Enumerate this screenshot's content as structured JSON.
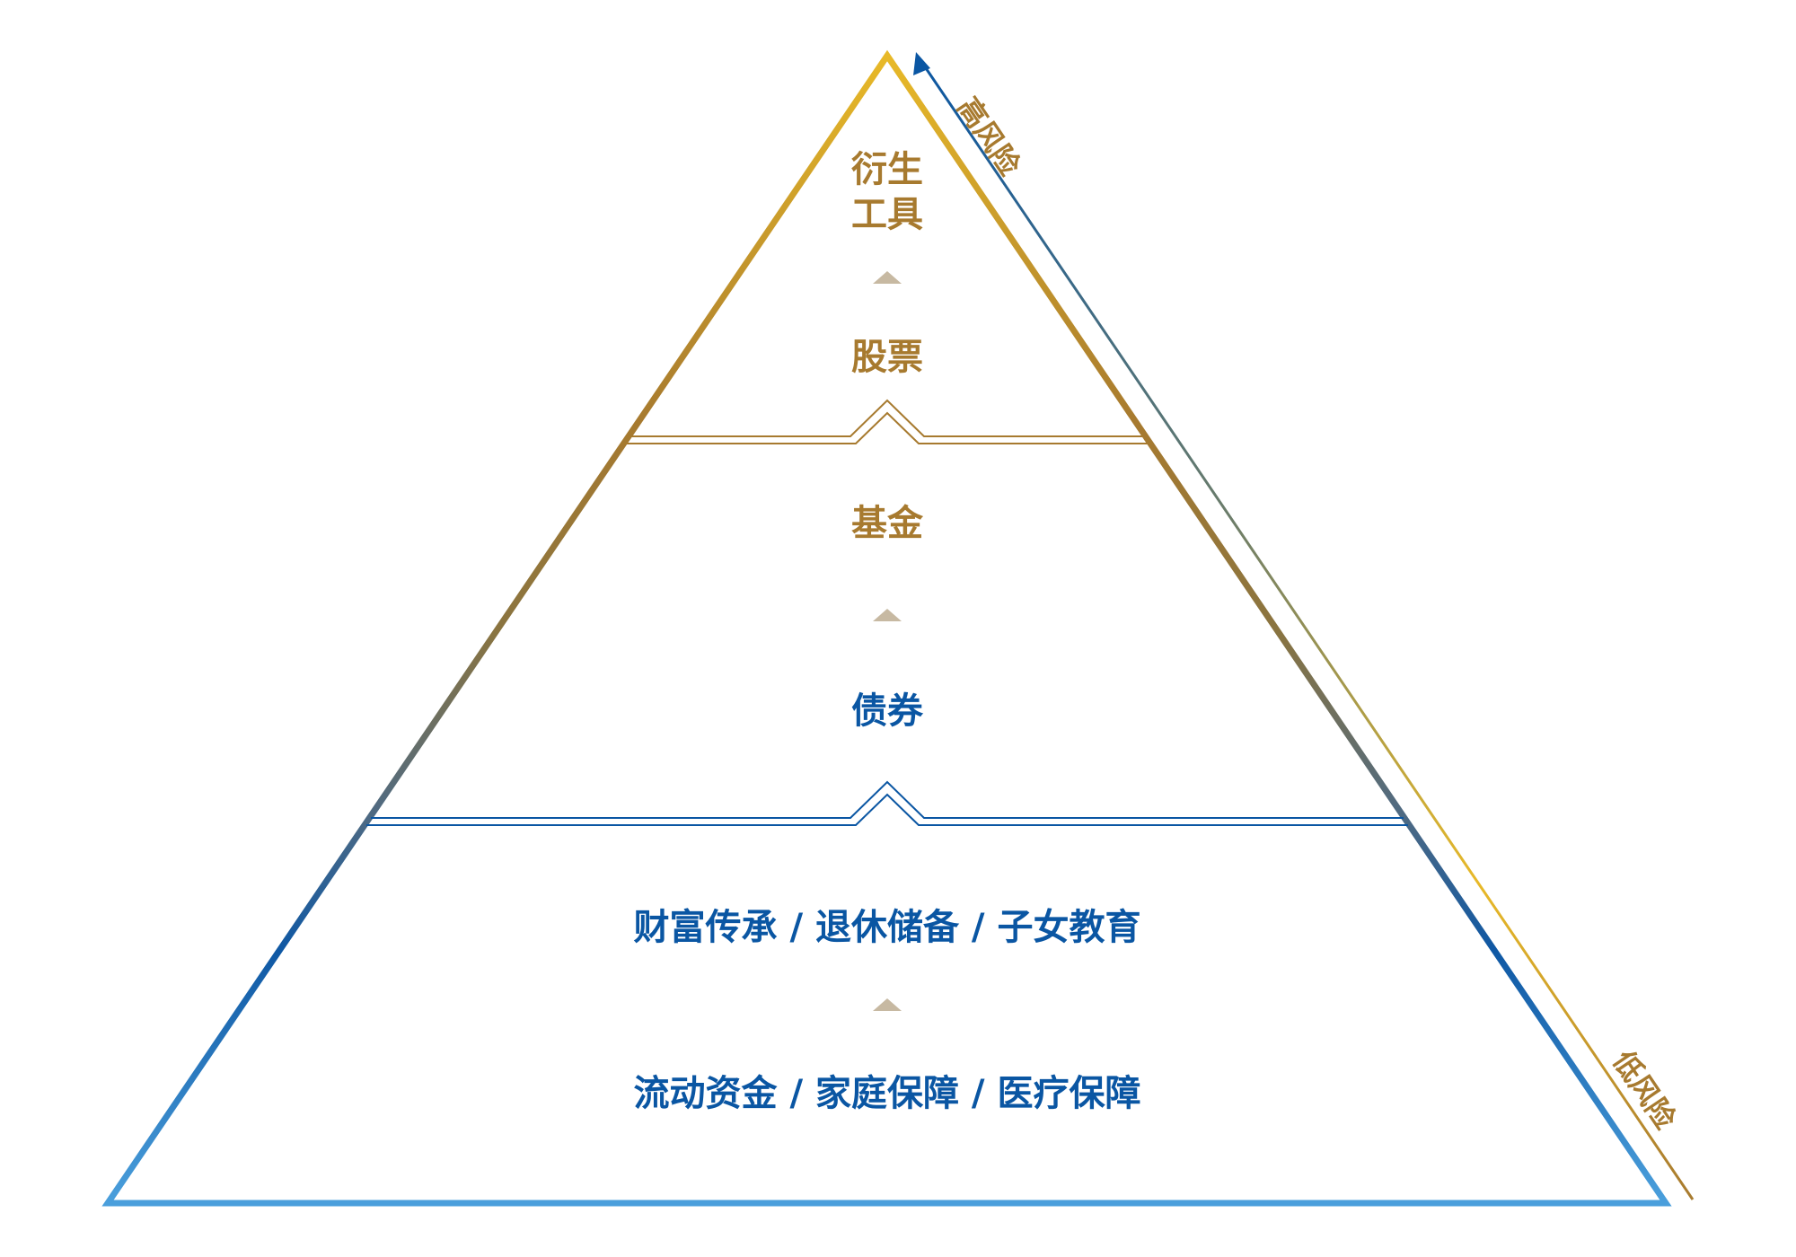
{
  "pyramid": {
    "tiers": [
      {
        "id": "top",
        "labels": [
          "衍生",
          "工具",
          "股票"
        ]
      },
      {
        "id": "middle",
        "labels": [
          "基金",
          "债券"
        ]
      },
      {
        "id": "bottom",
        "labels": [
          "财富传承 / 退休储备 / 子女教育",
          "流动资金 / 家庭保障 / 医疗保障"
        ]
      }
    ]
  },
  "risk_axis": {
    "high_label": "高风险",
    "low_label": "低风险"
  },
  "colors": {
    "gold": "#e8b928",
    "brown": "#a77a2f",
    "gray": "#6b6f61",
    "blue": "#0a56a3",
    "light_blue": "#4a9fdc",
    "marker": "#c7b9a2"
  }
}
